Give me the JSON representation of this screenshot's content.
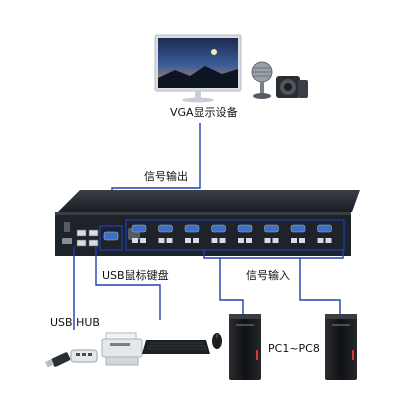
{
  "labels": {
    "vga_display": "VGA显示设备",
    "signal_output": "信号输出",
    "usb_keyboard_mouse": "USB鼠标键盘",
    "signal_input": "信号输入",
    "usb_hub": "USB HUB",
    "pc_range": "PC1~PC8"
  },
  "colors": {
    "connector_line": "#1f3fb0",
    "kvm_body": "#1e2329",
    "port_panel": "#2a2f36",
    "vga_port": "#3d6fc4",
    "pc_tower": "#121416"
  },
  "devices": {
    "vga_input_count": 8
  }
}
